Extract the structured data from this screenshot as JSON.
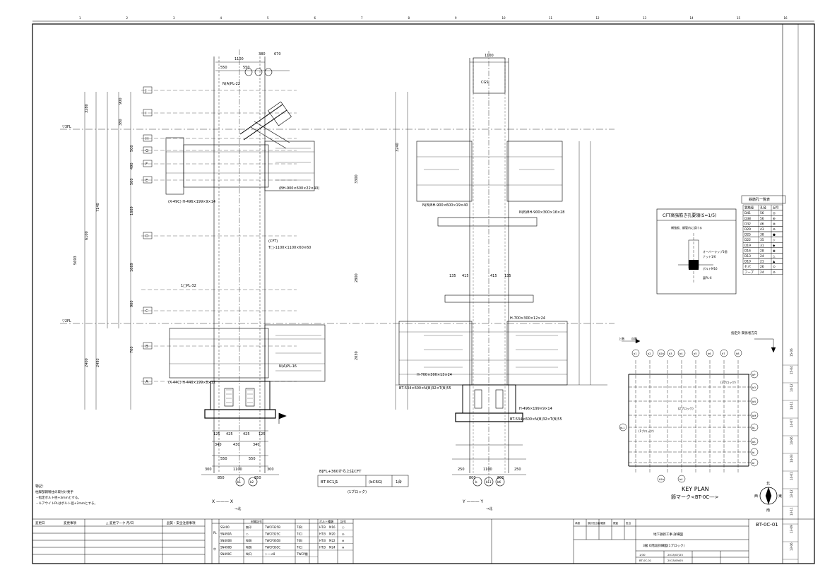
{
  "sheet": {
    "drawing_no": "BT-0C-01",
    "revision_strip": [
      "13-06",
      "13-09",
      "13-11",
      "13-12",
      "14-01",
      "14-03",
      "14-06",
      "14-07",
      "14-11",
      "14-12",
      "15-04",
      "15-06"
    ],
    "frame_numbers": [
      "1",
      "2",
      "3",
      "4",
      "5",
      "6",
      "7",
      "8",
      "9",
      "10",
      "11",
      "12",
      "13",
      "14",
      "15",
      "16"
    ]
  },
  "left_view": {
    "grid_labels": [
      "J",
      "I",
      "H",
      "G",
      "F",
      "E",
      "D",
      "C",
      "B",
      "A"
    ],
    "level_3fl": "▽3FL",
    "level_2fl": "▽2FL",
    "height_dims": [
      "3280",
      "7140",
      "6100",
      "5693",
      "2400",
      "2493"
    ],
    "section_dims": [
      "900",
      "380",
      "500",
      "490",
      "500",
      "1669",
      "1669",
      "900",
      "700"
    ],
    "top_dims": [
      "1100",
      "380",
      "670",
      "550",
      "550"
    ],
    "label_cft": "(CFT)",
    "label_tube": "T□-1100×1100×60×60",
    "label_h_beam": "(X-49C) H-496×199×9×14",
    "label_h_beam2": "(X-44C) H-446×199×8×12",
    "label_bh": "(BH-900×600×22×40)",
    "label_pl32": "1□PL-32",
    "label_pl16": "N(A)PL-16",
    "label_pl22": "N(A)PL-22",
    "bottom_dims": [
      "125",
      "425",
      "425",
      "125",
      "340",
      "430",
      "340",
      "550",
      "550",
      "300",
      "1100",
      "300",
      "850",
      "850"
    ],
    "col_tag_1": "b1",
    "col_tag_2": "b2",
    "axis_label": "X ——— X",
    "axis_note": "→北"
  },
  "right_view": {
    "top_dim": "1100",
    "label_cgs": "CGS",
    "height_dims": [
      "3240",
      "3300",
      "2800",
      "2030"
    ],
    "label_bh": "N(B)BH-900×300×16×28",
    "label_bh2": "N(B)BH-900×600×19×40",
    "label_h1": "H-700×300×13×24",
    "label_h2": "H-700×300×12×24",
    "label_bt1": "BT-534×600×N(B)32×T(B)55",
    "label_bt2": "BT-534×600×N(B)32×T(B)55",
    "label_h3": "H-496×199×9×14",
    "dims_mid": [
      "135",
      "415",
      "415",
      "135"
    ],
    "bottom_dims": [
      "250",
      "1100",
      "250",
      "800",
      "800"
    ],
    "col_tag_1": "b",
    "col_tag_2": "b11",
    "col_tag_3": "bK",
    "axis_label": "Y ——— Y",
    "axis_note": "→北"
  },
  "detail": {
    "title": "CFT高強筋き孔要領(S=1/5)",
    "notes": [
      "補強板、鋼管内に設ける",
      "オーバーラップ1個",
      "ナット1/6",
      "ボルトM16",
      "裏PL-6"
    ]
  },
  "bolt_table": {
    "title": "鉄筋孔一覧表",
    "headers": [
      "鉄筋径",
      "孔径",
      "記号"
    ],
    "rows": [
      [
        "D41",
        "56",
        "◎"
      ],
      [
        "D38",
        "56",
        "⊕"
      ],
      [
        "D32",
        "46",
        "⊗"
      ],
      [
        "D29",
        "43",
        "⊖"
      ],
      [
        "D25",
        "38",
        "●"
      ],
      [
        "D22",
        "35",
        "◇"
      ],
      [
        "D19",
        "31",
        "◆"
      ],
      [
        "D16",
        "28",
        "◉"
      ],
      [
        "D13",
        "24",
        "△"
      ],
      [
        "D10",
        "21",
        "▲"
      ],
      [
        "セパ",
        "26",
        "⊙"
      ],
      [
        "フープ",
        "24",
        "⊘"
      ]
    ]
  },
  "key_plan": {
    "note": "指定外 関係者方向",
    "title": "KEY PLAN",
    "subtitle": "節マーク<BT-0C--->",
    "top_tags": [
      "b1",
      "b2",
      "b2b",
      "b3",
      "b4",
      "b5",
      "b6",
      "b7",
      "b8"
    ],
    "right_tags": [
      "bP",
      "bO",
      "bN",
      "bM",
      "bL",
      "bK",
      "bJ",
      "bI"
    ],
    "left_tag": "bL1",
    "bottom_tags": [
      "b2b",
      "b4"
    ],
    "direction_labels": [
      "上階",
      "自階"
    ],
    "north": "北",
    "south": "南",
    "east": "東",
    "west": "西",
    "notes": [
      "(1ブロック)",
      "(2ブロック)",
      "(3ブロック)"
    ]
  },
  "parts_table": {
    "caption": "B[FL+360から上はCFT",
    "cells": [
      "BT-0C1J1",
      "(bC6G)",
      "1台"
    ],
    "sub": "(1ブロック)"
  },
  "special_notes": {
    "title": "特記:",
    "lines": [
      "柱脚部鋼製柱の取付け要手",
      "・指定ボルト径+3mmとする。",
      "・ルアウイトPLはボルト径+2mmとする。"
    ]
  },
  "title_block": {
    "rev_col_headers": [
      "変更日",
      "変更事項",
      "△ 変更マーク 月/日",
      "品質・安全注意事項"
    ],
    "material_rows": [
      [
        "SS400",
        "無印",
        "TWCP325B",
        "T(B)"
      ],
      [
        "SN490A",
        "○",
        "TWCP325C",
        "T(C)"
      ],
      [
        "SN400B",
        "N(B)",
        "TWCP365B",
        "T(B)"
      ],
      [
        "SN490B",
        "N(B)",
        "TWCP365C",
        "T(C)"
      ],
      [
        "SN490C",
        "N(C)",
        "トーメ8",
        "TWCP種"
      ]
    ],
    "material_side": [
      "PL",
      "中"
    ],
    "material_header": "材質記号",
    "bolt_rows": [
      [
        "HT.B",
        "M16",
        "○"
      ],
      [
        "HT.B",
        "M20",
        "◎"
      ],
      [
        "HT.B",
        "M22",
        "⊕"
      ],
      [
        "HT.B",
        "M24",
        "⊗"
      ]
    ],
    "bolt_header": [
      "ボルト種類",
      "記号"
    ],
    "project": "地下鉄新工事 詳細図",
    "sheet_title": "3級 O階段詳細図(1ブロック)",
    "scale": "1/30",
    "date1": "2013/07/25",
    "date2": "2013/09/05",
    "sign_headers": [
      "承認",
      "設計担当者",
      "確認",
      "照査",
      "担当"
    ],
    "code": "BT-0C-01"
  }
}
